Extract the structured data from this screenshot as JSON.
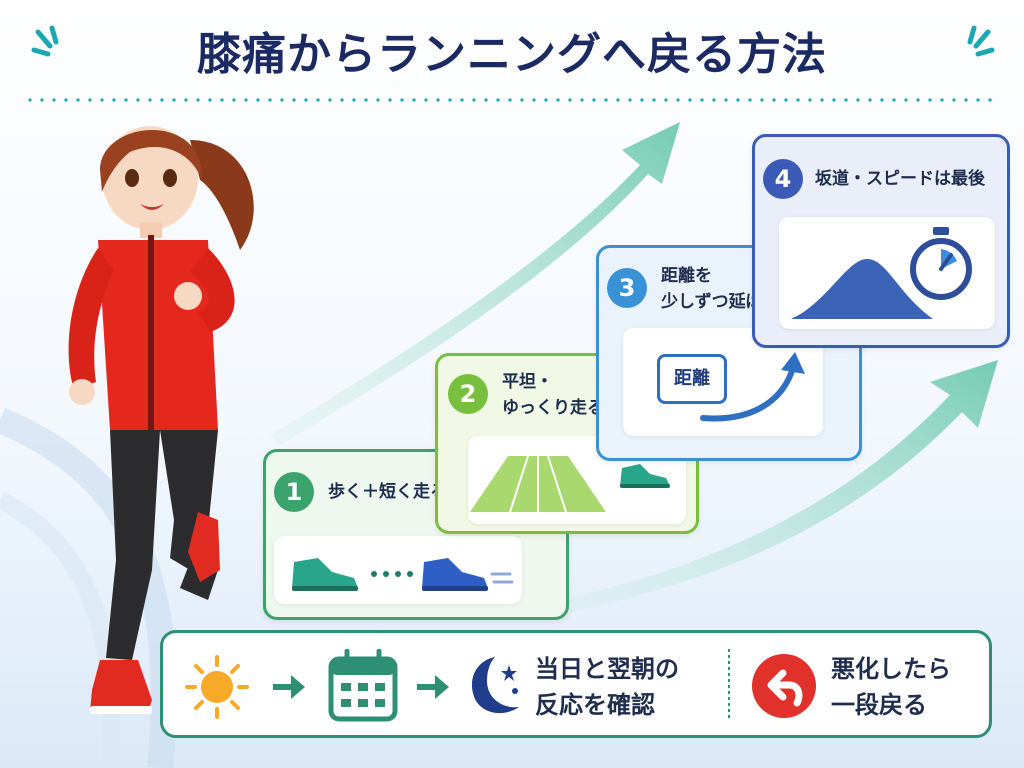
{
  "title": "膝痛からランニングへ戻る方法",
  "steps": [
    {
      "number": "1",
      "label": "歩く＋短く走る"
    },
    {
      "number": "2",
      "label_line1": "平坦・",
      "label_line2": "ゆっくり走る"
    },
    {
      "number": "3",
      "label_line1": "距離を",
      "label_line2": "少しずつ延ばす",
      "badge": "距離"
    },
    {
      "number": "4",
      "label": "坂道・スピードは最後"
    }
  ],
  "bottom": {
    "check_line1": "当日と翌朝の",
    "check_line2": "反応を確認",
    "worse_line1": "悪化したら",
    "worse_line2": "一段戻る"
  },
  "colors": {
    "title": "#1b2a63",
    "step1": "#3da36d",
    "step2": "#77bf3c",
    "step3": "#3a92d6",
    "step4": "#3c5bb8",
    "accent_red": "#e0312b",
    "teal": "#2f8f74"
  },
  "icons": [
    "burst-icon",
    "shoe-icon",
    "track-icon",
    "arrow-up-icon",
    "stopwatch-icon",
    "hill-icon",
    "sun-icon",
    "calendar-icon",
    "moon-icon",
    "undo-icon"
  ]
}
